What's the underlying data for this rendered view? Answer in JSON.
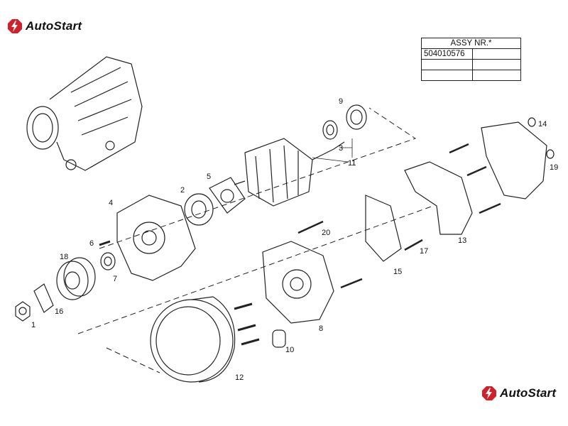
{
  "brand": {
    "name": "AutoStart",
    "color": "#d0202a"
  },
  "assy_table": {
    "header": "ASSY NR.*",
    "rows": [
      [
        "504010576",
        ""
      ],
      [
        "",
        ""
      ],
      [
        "",
        ""
      ]
    ]
  },
  "callouts": [
    "1",
    "2",
    "3",
    "4",
    "5",
    "6",
    "7",
    "8",
    "9",
    "10",
    "11",
    "12",
    "13",
    "14",
    "15",
    "16",
    "17",
    "18",
    "19",
    "20"
  ]
}
